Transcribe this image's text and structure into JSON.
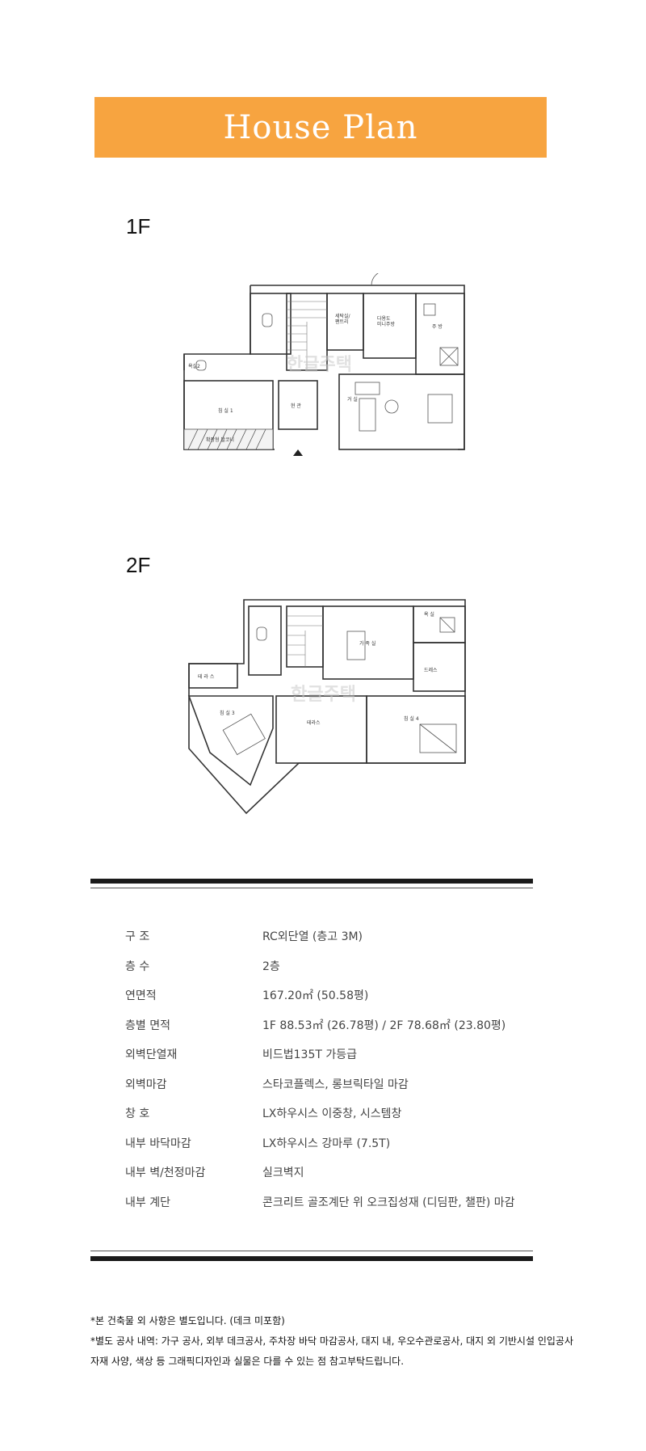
{
  "banner": {
    "title": "House Plan"
  },
  "floors": [
    {
      "label": "1F",
      "rooms": {
        "laundry": "세탁실/\n팬트리",
        "dining": "다용도\n미니주방",
        "kitchen": "주 방",
        "bath2": "욕실2",
        "bedroom1": "침 실 1",
        "entry": "현 관",
        "living": "거 실",
        "balcony": "확장형 발코니"
      },
      "watermark": "한글주택"
    },
    {
      "label": "2F",
      "rooms": {
        "bath": "욕 실",
        "family": "가 족 실",
        "dress": "드레스",
        "terrace_left": "테 라 스",
        "bedroom3": "침 실 3",
        "terrace_mid": "테라스",
        "bedroom4": "침 실 4"
      },
      "watermark": "한글주택"
    }
  ],
  "specs": [
    {
      "key": "구 조",
      "value": "RC외단열 (층고 3M)"
    },
    {
      "key": "층 수",
      "value": "2층"
    },
    {
      "key": "연면적",
      "value": "167.20㎡ (50.58평)"
    },
    {
      "key": "층별 면적",
      "value": "1F 88.53㎡ (26.78평) / 2F 78.68㎡ (23.80평)"
    },
    {
      "key": "외벽단열재",
      "value": "비드법135T 가등급"
    },
    {
      "key": "외벽마감",
      "value": "스타코플렉스, 롱브릭타일 마감"
    },
    {
      "key": "창 호",
      "value": "LX하우시스 이중창, 시스템창"
    },
    {
      "key": "내부 바닥마감",
      "value": "LX하우시스 강마루 (7.5T)"
    },
    {
      "key": "내부 벽/천정마감",
      "value": "실크벽지"
    },
    {
      "key": "내부 계단",
      "value": "콘크리트 골조계단 위 오크집성재 (디딤판, 챌판) 마감"
    }
  ],
  "notes": [
    "*본 건축물 외 사항은 별도입니다. (데크 미포함)",
    "*별도 공사 내역: 가구 공사, 외부 데크공사, 주차장 바닥 마감공사, 대지 내, 우오수관로공사, 대지 외 기반시설 인입공사",
    "자재 사양, 색상 등 그래픽디자인과 실물은 다를 수 있는 점 참고부탁드립니다."
  ],
  "colors": {
    "banner": "#f7a440",
    "rule": "#1a1a1a"
  }
}
